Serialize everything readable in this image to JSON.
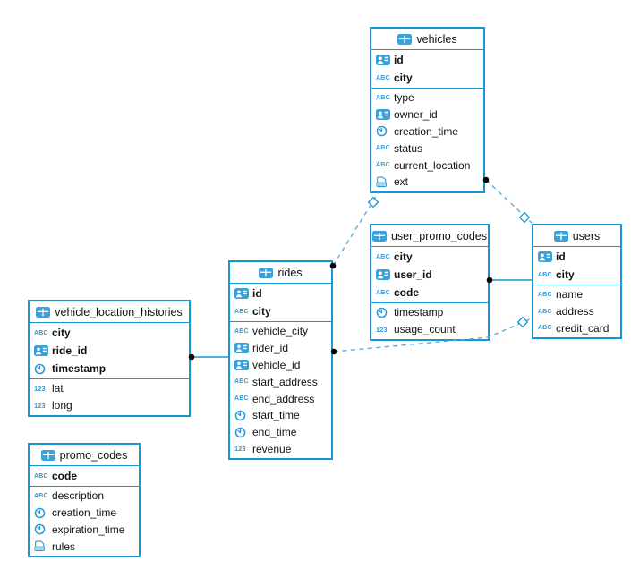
{
  "colors": {
    "accent": "#1796d4",
    "icon_blue": "#3aa2da",
    "icon_text_blue": "#2e9bd6",
    "dashed_line": "#58ade0",
    "row_text": "#111111",
    "canvas_background": "#ffffff"
  },
  "tables": [
    {
      "name": "vehicles",
      "primary_key": [
        {
          "name": "id",
          "type_icon": "id-badge-icon"
        },
        {
          "name": "city",
          "type_icon": "text-icon"
        }
      ],
      "columns": [
        {
          "name": "type",
          "type_icon": "text-icon"
        },
        {
          "name": "owner_id",
          "type_icon": "id-badge-icon"
        },
        {
          "name": "creation_time",
          "type_icon": "clock-icon"
        },
        {
          "name": "status",
          "type_icon": "text-icon"
        },
        {
          "name": "current_location",
          "type_icon": "text-icon"
        },
        {
          "name": "ext",
          "type_icon": "json-icon"
        }
      ]
    },
    {
      "name": "user_promo_codes",
      "primary_key": [
        {
          "name": "city",
          "type_icon": "text-icon"
        },
        {
          "name": "user_id",
          "type_icon": "id-badge-icon"
        },
        {
          "name": "code",
          "type_icon": "text-icon"
        }
      ],
      "columns": [
        {
          "name": "timestamp",
          "type_icon": "clock-icon"
        },
        {
          "name": "usage_count",
          "type_icon": "number-icon"
        }
      ]
    },
    {
      "name": "users",
      "primary_key": [
        {
          "name": "id",
          "type_icon": "id-badge-icon"
        },
        {
          "name": "city",
          "type_icon": "text-icon"
        }
      ],
      "columns": [
        {
          "name": "name",
          "type_icon": "text-icon"
        },
        {
          "name": "address",
          "type_icon": "text-icon"
        },
        {
          "name": "credit_card",
          "type_icon": "text-icon"
        }
      ]
    },
    {
      "name": "rides",
      "primary_key": [
        {
          "name": "id",
          "type_icon": "id-badge-icon"
        },
        {
          "name": "city",
          "type_icon": "text-icon"
        }
      ],
      "columns": [
        {
          "name": "vehicle_city",
          "type_icon": "text-icon"
        },
        {
          "name": "rider_id",
          "type_icon": "id-badge-icon"
        },
        {
          "name": "vehicle_id",
          "type_icon": "id-badge-icon"
        },
        {
          "name": "start_address",
          "type_icon": "text-icon"
        },
        {
          "name": "end_address",
          "type_icon": "text-icon"
        },
        {
          "name": "start_time",
          "type_icon": "clock-icon"
        },
        {
          "name": "end_time",
          "type_icon": "clock-icon"
        },
        {
          "name": "revenue",
          "type_icon": "number-icon"
        }
      ]
    },
    {
      "name": "vehicle_location_histories",
      "primary_key": [
        {
          "name": "city",
          "type_icon": "text-icon"
        },
        {
          "name": "ride_id",
          "type_icon": "id-badge-icon"
        },
        {
          "name": "timestamp",
          "type_icon": "clock-icon"
        }
      ],
      "columns": [
        {
          "name": "lat",
          "type_icon": "number-icon"
        },
        {
          "name": "long",
          "type_icon": "number-icon"
        }
      ]
    },
    {
      "name": "promo_codes",
      "primary_key": [
        {
          "name": "code",
          "type_icon": "text-icon"
        }
      ],
      "columns": [
        {
          "name": "description",
          "type_icon": "text-icon"
        },
        {
          "name": "creation_time",
          "type_icon": "clock-icon"
        },
        {
          "name": "expiration_time",
          "type_icon": "clock-icon"
        },
        {
          "name": "rules",
          "type_icon": "json-icon"
        }
      ]
    }
  ],
  "relationships": [
    {
      "from": "vehicle_location_histories",
      "to": "rides",
      "line": "solid",
      "from_marker": "dot",
      "to_marker": "none"
    },
    {
      "from": "user_promo_codes",
      "to": "users",
      "line": "solid",
      "from_marker": "dot",
      "to_marker": "none"
    },
    {
      "from": "rides",
      "to": "vehicles",
      "line": "dashed",
      "from_marker": "dot",
      "to_marker": "diamond"
    },
    {
      "from": "vehicles",
      "to": "users",
      "line": "dashed",
      "from_marker": "dot",
      "to_marker": "diamond"
    },
    {
      "from": "rides",
      "to": "users",
      "line": "dashed",
      "from_marker": "dot",
      "to_marker": "diamond"
    }
  ]
}
